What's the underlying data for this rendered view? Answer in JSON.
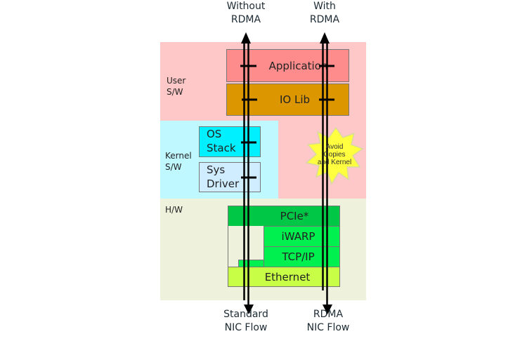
{
  "top_labels": {
    "without": [
      "Without",
      "RDMA"
    ],
    "with": [
      "With",
      "RDMA"
    ]
  },
  "bottom_labels": {
    "standard": [
      "Standard",
      "NIC Flow"
    ],
    "rdma": [
      "RDMA",
      "NIC Flow"
    ]
  },
  "regions": {
    "user": [
      "User",
      "S/W"
    ],
    "kernel": [
      "Kernel",
      "S/W"
    ],
    "hw": "H/W"
  },
  "layers": {
    "application": "Application",
    "iolib": "IO Lib",
    "os_stack": [
      "OS",
      "Stack"
    ],
    "sys_driver": [
      "Sys",
      "Driver"
    ],
    "pcie": "PCIe*",
    "iwarp": "iWARP",
    "tcpip": "TCP/IP",
    "ethernet": "Ethernet"
  },
  "callout": [
    "Avoid",
    "Copies",
    "and Kernel"
  ],
  "colors": {
    "user_bg": "#ffc8c8",
    "kernel_bg": "#c0f8ff",
    "hw_bg": "#eef2dc",
    "application": "#ff8c8c",
    "iolib": "#dc9600",
    "os_stack": "#00f0ff",
    "sys_driver": "#d0ecff",
    "pcie": "#00c846",
    "iwarp": "#00f050",
    "ethernet": "#c8ff46",
    "callout": "#ffff40"
  }
}
